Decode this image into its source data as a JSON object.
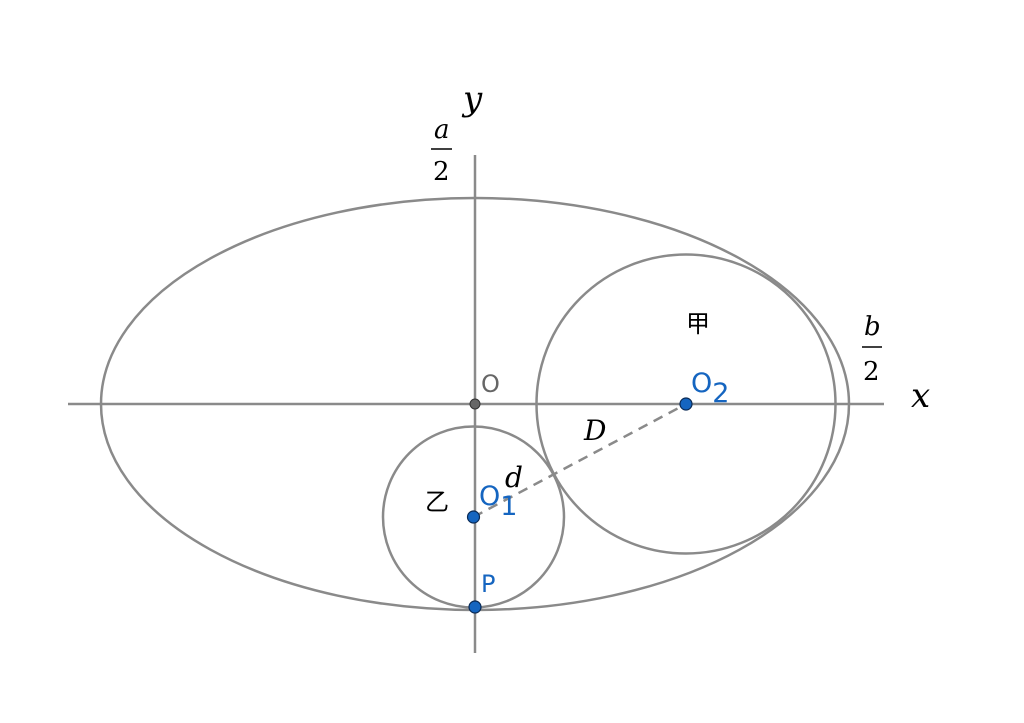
{
  "labels": {
    "y_axis": "y",
    "x_axis": "x",
    "a_num": "a",
    "a_den": "2",
    "b_num": "b",
    "b_den": "2",
    "origin": "O",
    "o1": "O",
    "o1_sub": "1",
    "o2": "O",
    "o2_sub": "2",
    "p": "P",
    "circle_jia": "甲",
    "circle_yi": "乙",
    "big_d": "D",
    "small_d": "d"
  },
  "colors": {
    "line": "#8a8a8a",
    "point": "#1565c0",
    "point_label": "#1565c0",
    "origin_point": "#666666"
  }
}
